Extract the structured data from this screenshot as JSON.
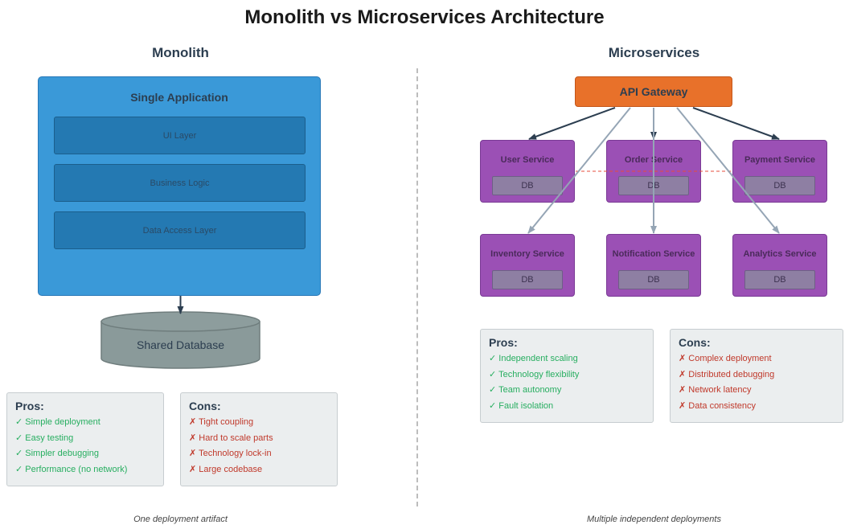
{
  "title": "Monolith vs Microservices Architecture",
  "monolith": {
    "heading": "Monolith",
    "app_title": "Single Application",
    "layers": [
      "UI Layer",
      "Business Logic",
      "Data Access Layer"
    ],
    "database": "Shared Database",
    "pros_title": "Pros:",
    "pros": [
      "✓ Simple deployment",
      "✓ Easy testing",
      "✓ Simpler debugging",
      "✓ Performance (no network)"
    ],
    "cons_title": "Cons:",
    "cons": [
      "✗ Tight coupling",
      "✗ Hard to scale parts",
      "✗ Technology lock-in",
      "✗ Large codebase"
    ],
    "caption": "One deployment artifact"
  },
  "microservices": {
    "heading": "Microservices",
    "gateway": "API Gateway",
    "services": [
      {
        "name": "User Service",
        "db": "DB"
      },
      {
        "name": "Order Service",
        "db": "DB"
      },
      {
        "name": "Payment Service",
        "db": "DB"
      },
      {
        "name": "Inventory Service",
        "db": "DB"
      },
      {
        "name": "Notification Service",
        "db": "DB"
      },
      {
        "name": "Analytics Service",
        "db": "DB"
      }
    ],
    "pros_title": "Pros:",
    "pros": [
      "✓ Independent scaling",
      "✓ Technology flexibility",
      "✓ Team autonomy",
      "✓ Fault isolation"
    ],
    "cons_title": "Cons:",
    "cons": [
      "✗ Complex deployment",
      "✗ Distributed debugging",
      "✗ Network latency",
      "✗ Data consistency"
    ],
    "caption": "Multiple independent deployments"
  },
  "colors": {
    "app": "#3a99d8",
    "layer": "#2479b2",
    "database": "#8a9a9a",
    "gateway": "#e8712a",
    "service": "#9b50b5",
    "pro_text": "#27ae60",
    "con_text": "#c0392b",
    "arrow_dark": "#2c3e50",
    "arrow_light": "#95a5b5",
    "dashed_link": "#e74c3c"
  }
}
